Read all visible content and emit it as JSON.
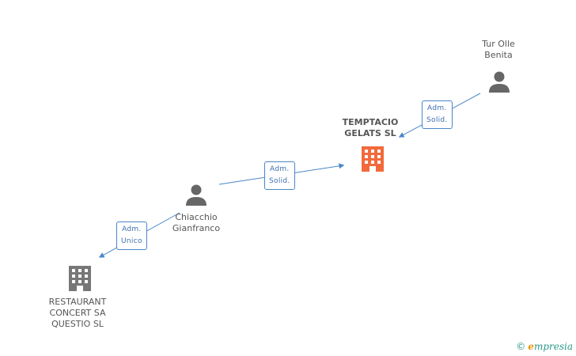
{
  "colors": {
    "main_company": "#f26a3c",
    "company": "#777777",
    "person": "#666666",
    "edge": "#4a86c8"
  },
  "nodes": {
    "temptacio": {
      "name": "TEMPTACIO\nGELATS SL",
      "icon": "building-icon"
    },
    "tur": {
      "name": "Tur Olle\nBenita",
      "icon": "person-icon"
    },
    "chiacchio": {
      "name": "Chiacchio\nGianfranco",
      "icon": "person-icon"
    },
    "restaurant": {
      "name": "RESTAURANT\nCONCERT SA\nQUESTIO SL",
      "icon": "building-icon"
    }
  },
  "edges": {
    "tur_temptacio": {
      "line1": "Adm.",
      "line2": "Solid."
    },
    "chiacchio_temptacio": {
      "line1": "Adm.",
      "line2": "Solid."
    },
    "chiacchio_restaurant": {
      "line1": "Adm.",
      "line2": "Unico"
    }
  },
  "footer": {
    "copyright": "©",
    "brand_initial": "e",
    "brand_rest": "mpresia"
  }
}
